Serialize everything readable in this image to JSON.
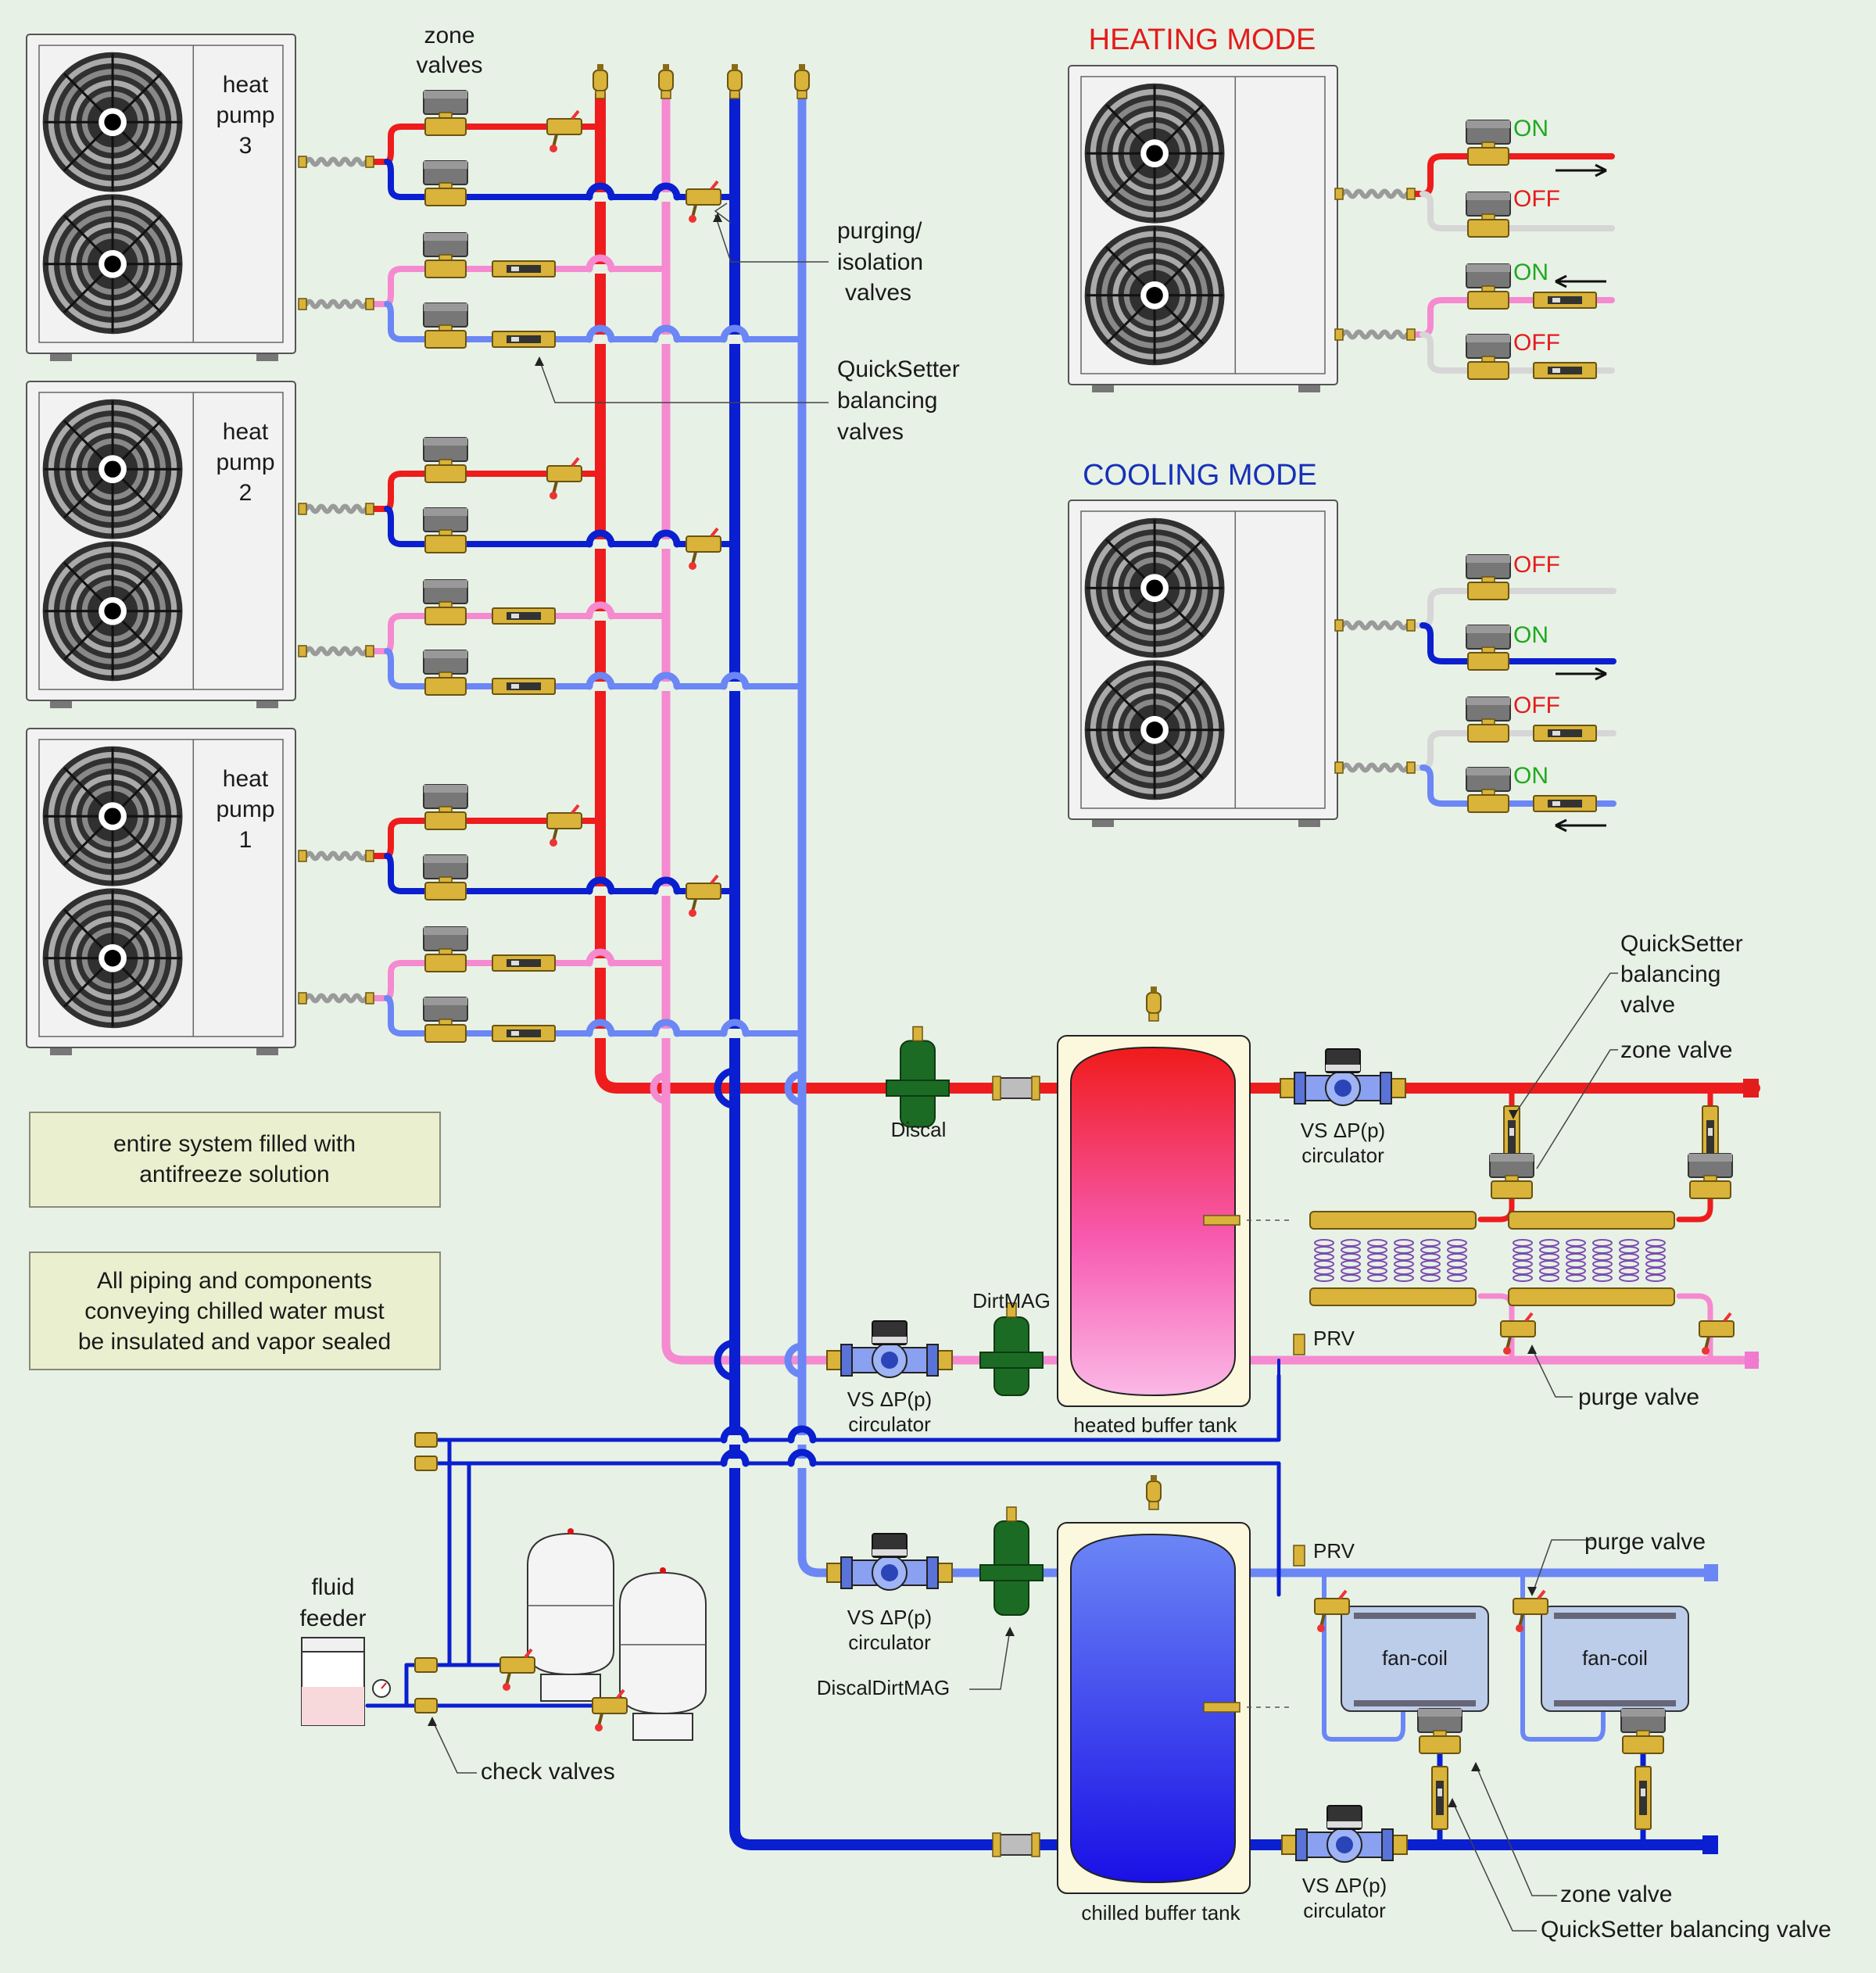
{
  "colors": {
    "background": "#e8f1e6",
    "hot_supply": "#ee1c1c",
    "hot_return": "#f58ad0",
    "chilled_supply": "#0a1fcf",
    "chilled_return": "#6b86f5",
    "flex": "#9a9a9a",
    "inactive": "#d6d6d6",
    "on": "#1fa81f",
    "off": "#e31c1c",
    "heating_title": "#e31c1c",
    "cooling_title": "#1631b8",
    "brass": "#d9b33a",
    "tank_outer": "#fbf8dd",
    "note_fill": "#eaf0cf"
  },
  "icons": {
    "fan": "fan-icon",
    "zone_valve": "zone-valve-icon",
    "balancing_valve": "balancing-valve-icon",
    "circulator": "circulator-icon",
    "purge_valve": "purge-valve-icon",
    "air_vent": "air-vent-icon"
  },
  "heat_pumps": [
    {
      "label_line1": "heat",
      "label_line2": "pump",
      "number": "3"
    },
    {
      "label_line1": "heat",
      "label_line2": "pump",
      "number": "2"
    },
    {
      "label_line1": "heat",
      "label_line2": "pump",
      "number": "1"
    }
  ],
  "labels": {
    "zone_valves_1": "zone",
    "zone_valves_2": "valves",
    "purging_1": "purging/",
    "purging_2": "isolation",
    "purging_3": "valves",
    "qs_1": "QuickSetter",
    "qs_2": "balancing",
    "qs_3": "valves",
    "discal": "Discal",
    "dirtmag": "DirtMAG",
    "vs_circ_1": "VS ΔP(p)",
    "vs_circ_2": "circulator",
    "heated_tank": "heated buffer tank",
    "chilled_tank": "chilled buffer tank",
    "prv": "PRV",
    "qs_right_1": "QuickSetter",
    "qs_right_2": "balancing",
    "qs_right_3": "valve",
    "zone_valve_right": "zone valve",
    "purge_valve": "purge valve",
    "fan_coil": "fan-coil",
    "discal_dirtmag": "DiscalDirtMAG",
    "fluid_feeder_1": "fluid",
    "fluid_feeder_2": "feeder",
    "check_valves": "check valves",
    "zone_valve_bottom": "zone valve",
    "qs_bottom": "QuickSetter balancing valve"
  },
  "notes": {
    "antifreeze_1": "entire system filled with",
    "antifreeze_2": "antifreeze solution",
    "vapor_1": "All piping and components",
    "vapor_2": "conveying chilled water must",
    "vapor_3": "be insulated and vapor sealed"
  },
  "modes": {
    "heating": {
      "title": "HEATING MODE",
      "states": [
        "ON",
        "OFF",
        "ON",
        "OFF"
      ]
    },
    "cooling": {
      "title": "COOLING MODE",
      "states": [
        "OFF",
        "ON",
        "OFF",
        "ON"
      ]
    }
  }
}
